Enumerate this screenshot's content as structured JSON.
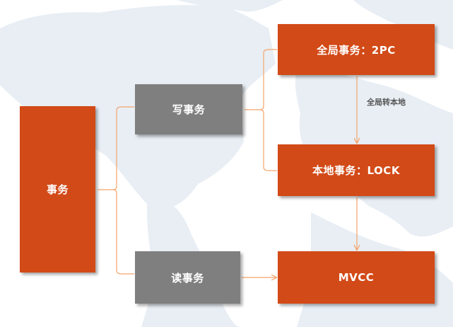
{
  "diagram": {
    "root": {
      "label": "事务"
    },
    "write": {
      "label": "写事务"
    },
    "read": {
      "label": "读事务"
    },
    "global": {
      "label": "全局事务：2PC"
    },
    "local": {
      "label": "本地事务：LOCK"
    },
    "mvcc": {
      "label": "MVCC"
    },
    "edge_label_global_to_local": "全局转本地"
  },
  "colors": {
    "accent_orange": "#D24A17",
    "gray_box": "#7F7F7F",
    "connector": "#F4A46C",
    "map": "#E8EEF4"
  }
}
